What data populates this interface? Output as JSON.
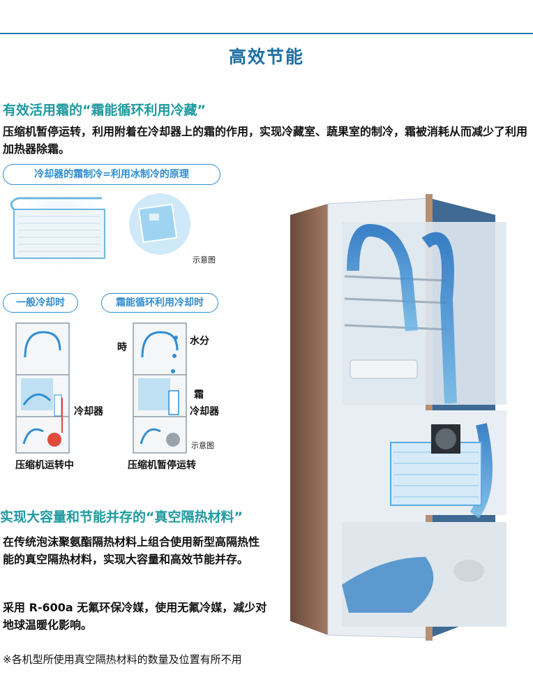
{
  "page": {
    "title": "高效节能"
  },
  "section1": {
    "heading": "有效活用霜的“霜能循环利用冷藏”",
    "text": "压缩机暂停运转，利用附着在冷却器上的霜的作用，实现冷藏室、蔬果室的制冷，霜被消耗从而减少了利用加热器除霜。",
    "principle_label": "冷却器的霜制冷=利用冰制冷的原理",
    "illustration_note": "示意图",
    "normal_label": "一般冷却时",
    "frost_label": "霜能循环利用冷却时",
    "diagram_note": "示意图",
    "time_label": "時",
    "water_label": "水分",
    "frost_word": "霜",
    "cooler_left": "冷却器",
    "cooler_right": "冷却器",
    "compressor_running": "压缩机运转中",
    "compressor_paused": "压缩机暂停运转"
  },
  "section2": {
    "heading": "实现大容量和节能并存的“真空隔热材料”",
    "text1": "在传统泡沫聚氨酯隔热材料上组合使用新型高隔热性能的真空隔热材料，实现大容量和高效节能并存。",
    "text2": "采用 R-600a 无氟环保冷媒，使用无氟冷媒，减少对地球温暖化影响。",
    "footnote": "※各机型所使用真空隔热材料的数量及位置有所不用"
  },
  "colors": {
    "accent_blue": "#1e6fa3",
    "heading_teal": "#1f9a9f",
    "pill_blue": "#2f8ed0",
    "compressor_red": "#e04a3a"
  }
}
